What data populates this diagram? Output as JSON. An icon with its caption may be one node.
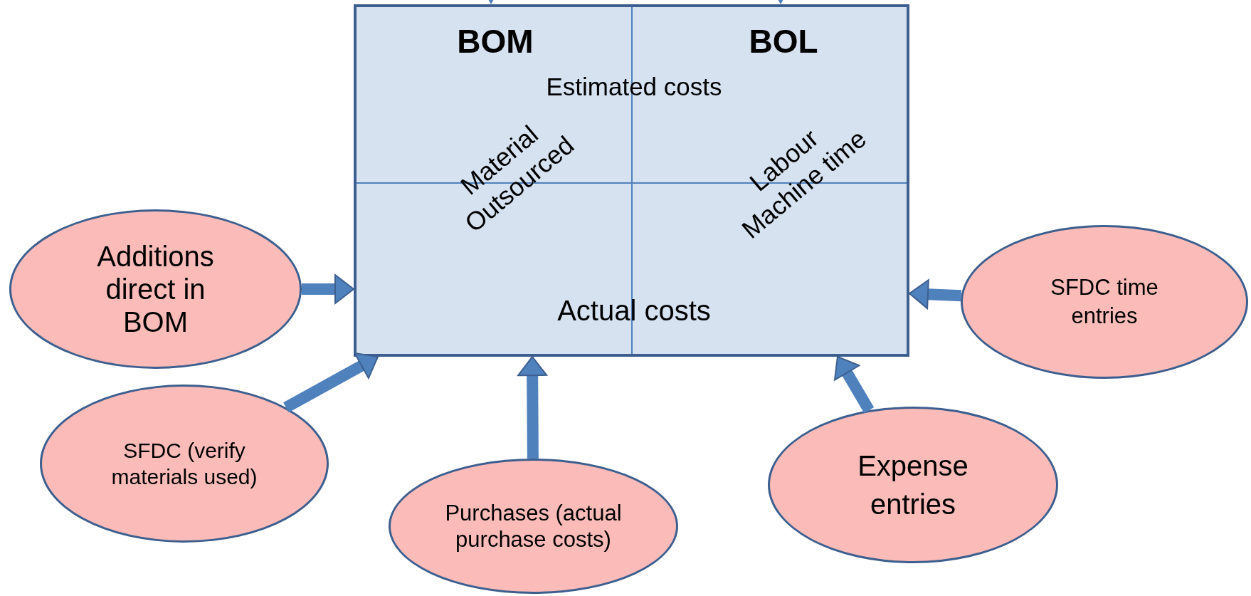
{
  "diagram": {
    "nodes": [
      {
        "text": [
          "BOM",
          "BOL",
          "Estimated costs",
          "Material Outsourced",
          "Labour Machine time",
          "Actual costs"
        ]
      },
      {
        "text": [
          "Additions direct in BOM"
        ]
      },
      {
        "text": [
          "SFDC time entries"
        ]
      },
      {
        "text": [
          "SFDC (verify materials used)"
        ]
      },
      {
        "text": [
          "Expense entries"
        ]
      },
      {
        "text": [
          "Purchases (actual purchase costs)"
        ]
      }
    ],
    "edges": [
      {
        "from": null,
        "to": 0,
        "arrow": "to"
      },
      {
        "from": null,
        "to": 0,
        "arrow": "to"
      },
      {
        "from": 1,
        "to": 0,
        "arrow": "to"
      },
      {
        "from": 2,
        "to": 0,
        "arrow": "to"
      },
      {
        "from": 3,
        "to": 0,
        "arrow": "to"
      },
      {
        "from": 4,
        "to": 0,
        "arrow": "to"
      },
      {
        "from": 5,
        "to": 0,
        "arrow": "to"
      }
    ]
  }
}
